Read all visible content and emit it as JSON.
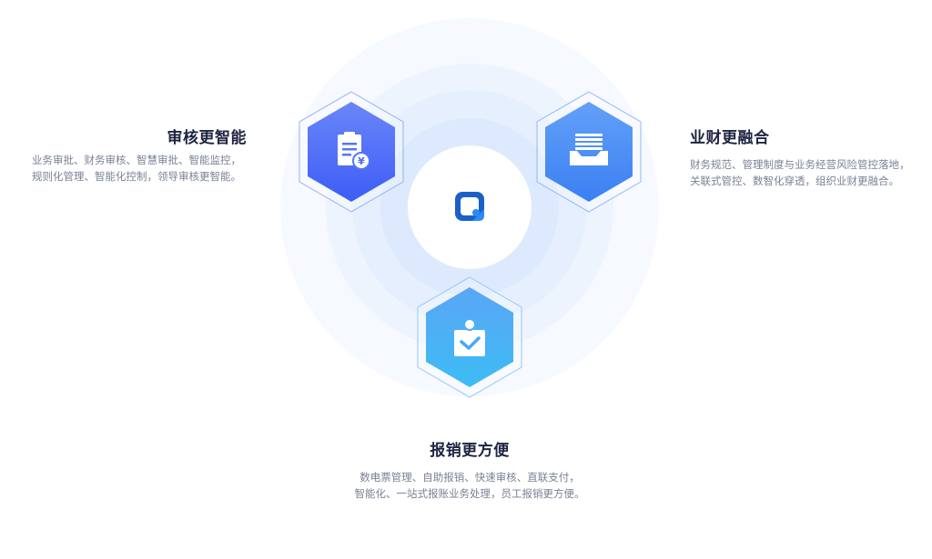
{
  "features": [
    {
      "title": "审核更智能",
      "lines": [
        "业务审批、财务审核、智慧审批、智能监控，",
        "规则化管理、智能化控制，领导审核更智能。"
      ],
      "icon": "clipboard-yen-icon"
    },
    {
      "title": "业财更融合",
      "lines": [
        "财务规范、管理制度与业务经营风险管控落地，",
        "关联式管控、数智化穿透，组织业财更融合。"
      ],
      "icon": "inbox-tray-icon"
    },
    {
      "title": "报销更方便",
      "lines": [
        "数电票管理、自助报销、快速审核、直联支付，",
        "智能化、一站式报账业务处理，员工报销更方便。"
      ],
      "icon": "check-badge-icon"
    }
  ],
  "colors": {
    "hex1": "#4a6cf7",
    "hex2": "#4b8ef5",
    "hex3": "#40b6f5",
    "title": "#1d2540",
    "text": "#7a8194"
  }
}
